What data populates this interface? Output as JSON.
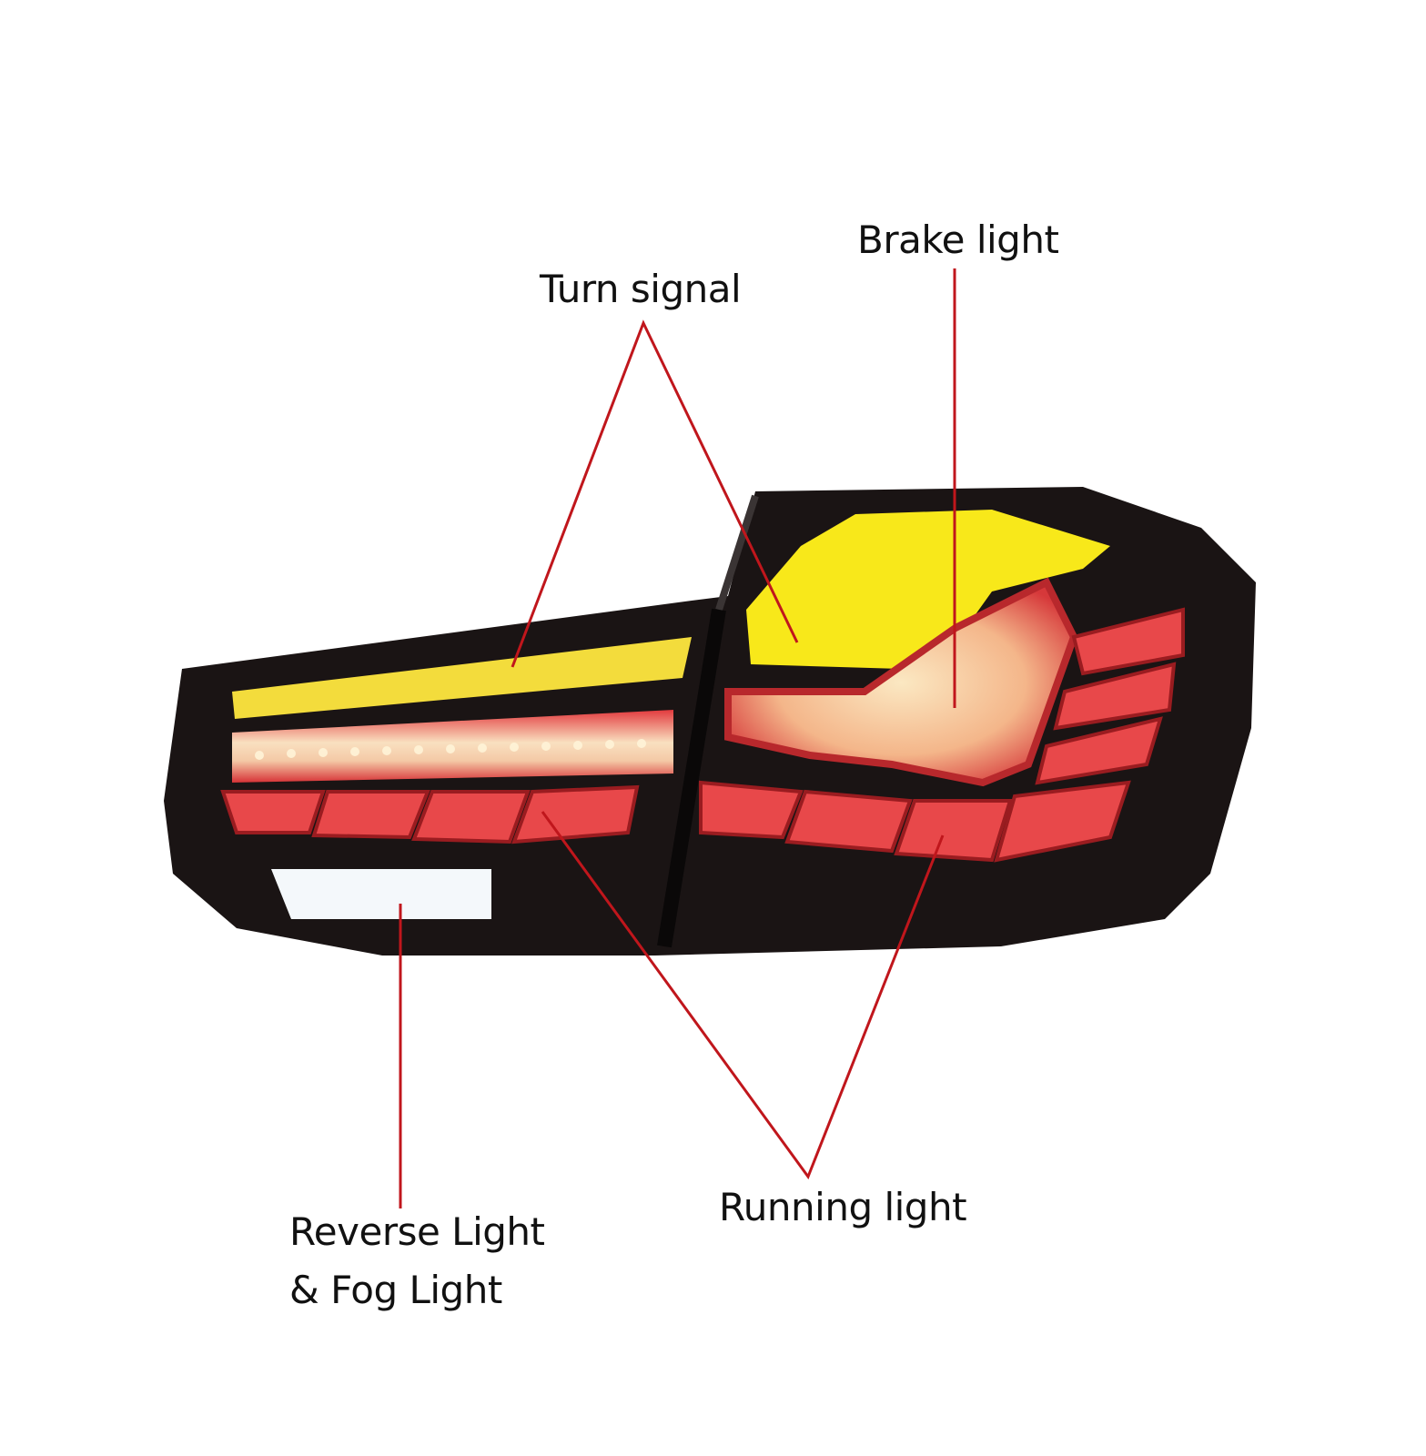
{
  "diagram": {
    "subject": "LED tail light assembly",
    "line_color": "#c0161c",
    "labels": {
      "brake": "Brake light",
      "turn": "Turn signal",
      "reverse_line1": "Reverse Light",
      "reverse_line2": "& Fog Light",
      "running": "Running light"
    },
    "colors": {
      "housing": "#1a1414",
      "turn_amber": "#f6e21a",
      "running_red": "#e8484a",
      "brake_glow": "#f7d6a8",
      "reverse_white": "#f4f8fb"
    }
  }
}
